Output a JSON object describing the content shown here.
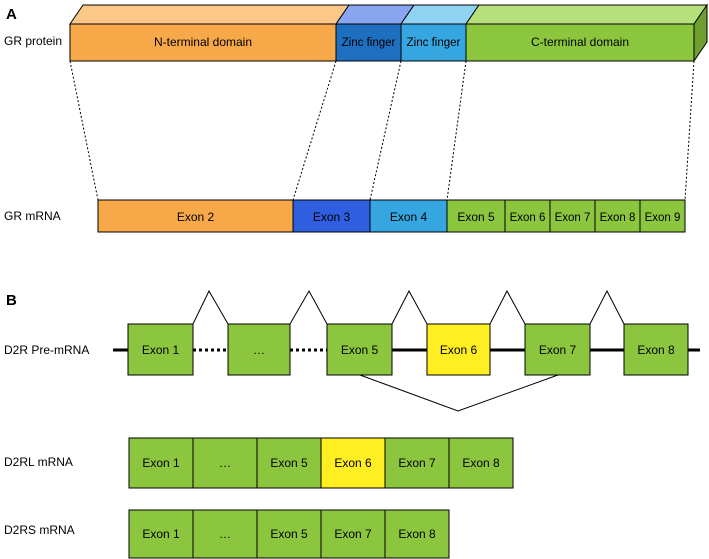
{
  "panelA": {
    "letter": "A",
    "protein_label": "GR protein",
    "mrna_label": "GR mRNA",
    "domains": [
      {
        "label": "N-terminal domain",
        "color": "#f7a94a"
      },
      {
        "label": "Zinc finger",
        "color": "#1f6fc0"
      },
      {
        "label": "Zinc finger",
        "color": "#36a6e0"
      },
      {
        "label": "C-terminal domain",
        "color": "#8cc63f"
      }
    ],
    "exons": [
      {
        "label": "Exon 2",
        "color": "#f7a94a"
      },
      {
        "label": "Exon 3",
        "color": "#2f5fe0"
      },
      {
        "label": "Exon 4",
        "color": "#36a6e0"
      },
      {
        "label": "Exon 5",
        "color": "#8cc63f"
      },
      {
        "label": "Exon 6",
        "color": "#8cc63f"
      },
      {
        "label": "Exon 7",
        "color": "#8cc63f"
      },
      {
        "label": "Exon 8",
        "color": "#8cc63f"
      },
      {
        "label": "Exon 9",
        "color": "#8cc63f"
      }
    ]
  },
  "panelB": {
    "letter": "B",
    "premrna_label": "D2R Pre-mRNA",
    "premrna_exons": [
      {
        "label": "Exon 1",
        "color": "#8cc63f"
      },
      {
        "label": "…",
        "color": "#8cc63f"
      },
      {
        "label": "Exon 5",
        "color": "#8cc63f"
      },
      {
        "label": "Exon 6",
        "color": "#ffee22"
      },
      {
        "label": "Exon 7",
        "color": "#8cc63f"
      },
      {
        "label": "Exon 8",
        "color": "#8cc63f"
      }
    ],
    "long_label": "D2RL mRNA",
    "long_exons": [
      {
        "label": "Exon 1",
        "color": "#8cc63f"
      },
      {
        "label": "…",
        "color": "#8cc63f"
      },
      {
        "label": "Exon 5",
        "color": "#8cc63f"
      },
      {
        "label": "Exon 6",
        "color": "#ffee22"
      },
      {
        "label": "Exon 7",
        "color": "#8cc63f"
      },
      {
        "label": "Exon 8",
        "color": "#8cc63f"
      }
    ],
    "short_label": "D2RS mRNA",
    "short_exons": [
      {
        "label": "Exon 1",
        "color": "#8cc63f"
      },
      {
        "label": "…",
        "color": "#8cc63f"
      },
      {
        "label": "Exon 5",
        "color": "#8cc63f"
      },
      {
        "label": "Exon 7",
        "color": "#8cc63f"
      },
      {
        "label": "Exon 8",
        "color": "#8cc63f"
      }
    ]
  }
}
